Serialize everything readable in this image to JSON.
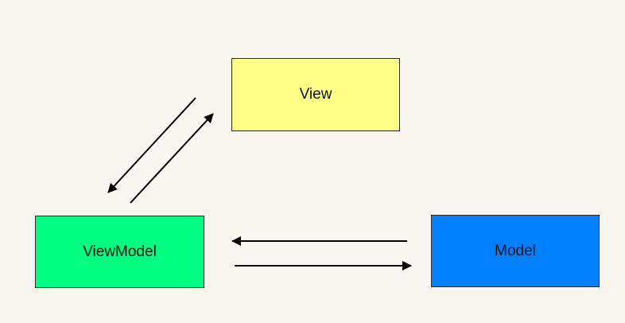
{
  "diagram": {
    "background_color": "#f9f6f0",
    "nodes": [
      {
        "id": "view",
        "label": "View",
        "fill": "#ffff88"
      },
      {
        "id": "viewmodel",
        "label": "ViewModel",
        "fill": "#00ff80"
      },
      {
        "id": "model",
        "label": "Model",
        "fill": "#0080ff"
      }
    ],
    "edges": [
      {
        "from": "view",
        "to": "viewmodel"
      },
      {
        "from": "viewmodel",
        "to": "view"
      },
      {
        "from": "model",
        "to": "viewmodel"
      },
      {
        "from": "viewmodel",
        "to": "model"
      }
    ],
    "arrow_color": "#000000"
  }
}
